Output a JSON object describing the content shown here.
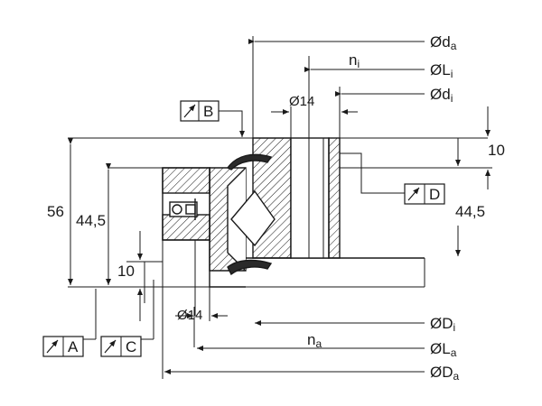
{
  "labels": {
    "d_a": "Ød",
    "d_a_sub": "a",
    "n_i": "n",
    "n_i_sub": "i",
    "L_i": "ØL",
    "L_i_sub": "i",
    "d_i": "Ød",
    "d_i_sub": "i",
    "hole_top": "Ø14",
    "hole_bottom": "Ø14",
    "D_i": "ØD",
    "D_i_sub": "i",
    "n_a": "n",
    "n_a_sub": "a",
    "L_a": "ØL",
    "L_a_sub": "a",
    "D_a": "ØD",
    "D_a_sub": "a",
    "height_total": "56",
    "height_left": "44,5",
    "height_right": "44,5",
    "offset_bottom": "10",
    "offset_top": "10"
  },
  "tolerance_frames": {
    "B": "B",
    "D": "D",
    "A": "A",
    "C": "C"
  },
  "colors": {
    "line": "#1a1a1a",
    "hatch": "#1a1a1a",
    "seal": "#2a2a2a"
  }
}
